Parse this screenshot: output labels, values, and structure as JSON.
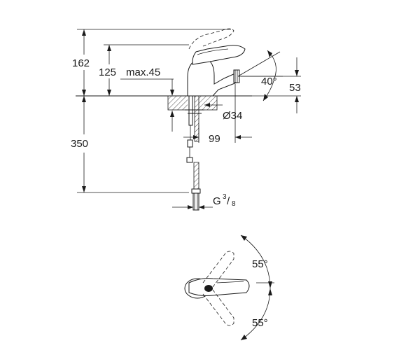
{
  "dimensions": {
    "h_total": "162",
    "h_spout": "125",
    "max_thickness": "max.45",
    "angle_spray": "40°",
    "h_outlet": "53",
    "hole_dia": "Ø34",
    "reach": "99",
    "hose_len": "350",
    "thread_prefix": "G",
    "thread_num": "3",
    "thread_den": "8"
  },
  "plan_view": {
    "angle_upper": "55°",
    "angle_lower": "55°"
  }
}
